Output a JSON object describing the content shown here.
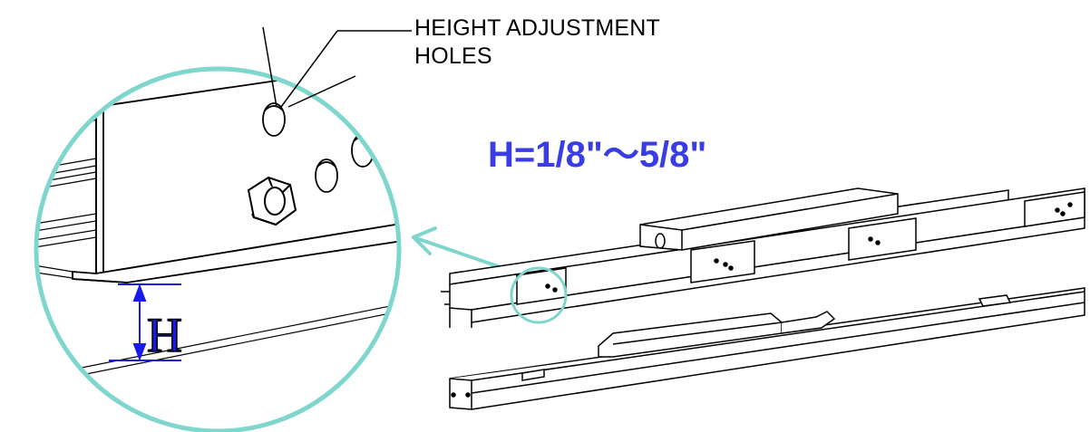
{
  "callout": {
    "line1": "HEIGHT ADJUSTMENT",
    "line2": "HOLES"
  },
  "height_range": "H=1/8\"～5/8\"",
  "dimension_letter": "H",
  "colors": {
    "magnifier_ring": "#7fd6cc",
    "dimension": "#1a1ae6",
    "range_text": "#3a3ce6",
    "linework": "#000000"
  }
}
